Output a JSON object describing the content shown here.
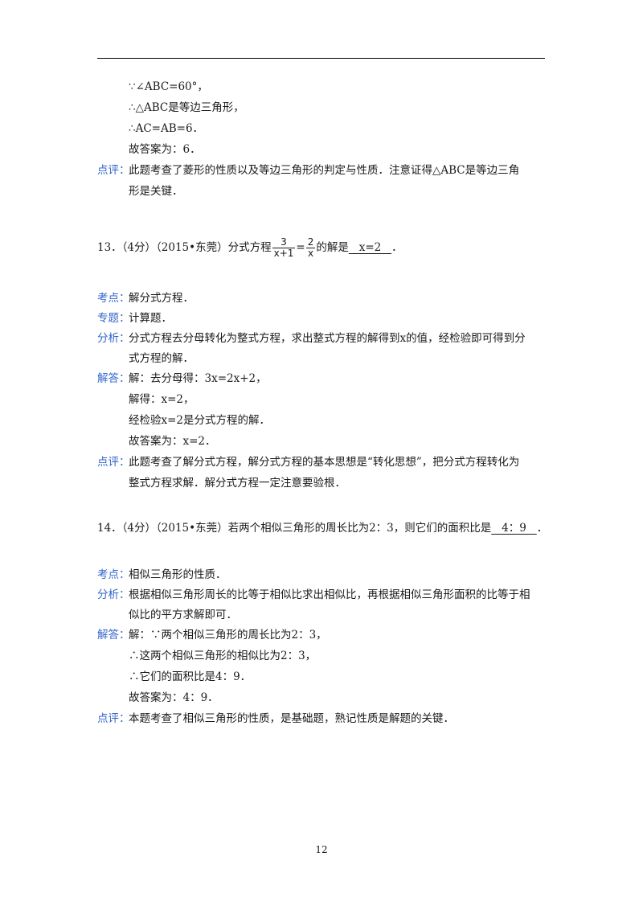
{
  "prev": {
    "l1": "∵∠ABC=60°，",
    "l2": "∴△ABC是等边三角形，",
    "l3": "∴AC=AB=6．",
    "l4": "故答案为：6．",
    "comment_label": "点评：",
    "comment_l1": "此题考查了菱形的性质以及等边三角形的判定与性质．注意证得△ABC是等边三角",
    "comment_l2": "形是关键．"
  },
  "q13": {
    "stem_pre": "13．（4分）（2015•东莞）分式方程",
    "frac1_num": "3",
    "frac1_den": "x+1",
    "eq": "=",
    "frac2_num": "2",
    "frac2_den": "x",
    "stem_post": "的解是",
    "answer": "   x=2   ",
    "end": "．",
    "kd_label": "考点：",
    "kd": "解分式方程．",
    "zt_label": "专题：",
    "zt": "计算题．",
    "fx_label": "分析：",
    "fx_l1": "分式方程去分母转化为整式方程，求出整式方程的解得到x的值，经检验即可得到分",
    "fx_l2": "式方程的解．",
    "jd_label": "解答：",
    "jd_l1": "解：去分母得：3x=2x+2，",
    "jd_l2": "解得：x=2，",
    "jd_l3": "经检验x=2是分式方程的解．",
    "jd_l4": "故答案为：x=2．",
    "dp_label": "点评：",
    "dp_l1": "此题考查了解分式方程，解分式方程的基本思想是“转化思想”，把分式方程转化为",
    "dp_l2": "整式方程求解．解分式方程一定注意要验根．"
  },
  "q14": {
    "stem": "14．（4分）（2015•东莞）若两个相似三角形的周长比为2：3，则它们的面积比是",
    "answer": "   4：9   ",
    "end": "．",
    "kd_label": "考点：",
    "kd": "相似三角形的性质．",
    "fx_label": "分析：",
    "fx_l1": "根据相似三角形周长的比等于相似比求出相似比，再根据相似三角形面积的比等于相",
    "fx_l2": "似比的平方求解即可．",
    "jd_label": "解答：",
    "jd_l1": "解：∵两个相似三角形的周长比为2：3，",
    "jd_l2": "∴这两个相似三角形的相似比为2：3，",
    "jd_l3": "∴它们的面积比是4：9．",
    "jd_l4": "故答案为：4：9．",
    "dp_label": "点评：",
    "dp_l1": "本题考查了相似三角形的性质，是基础题，熟记性质是解题的关键．"
  },
  "page_number": "12"
}
